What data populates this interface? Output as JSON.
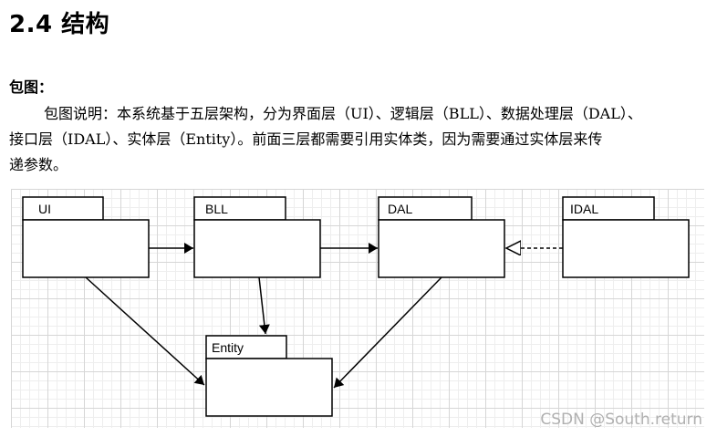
{
  "section": {
    "title": "2.4 结构",
    "subtitle": "包图："
  },
  "paragraph": {
    "lines": [
      "包图说明：本系统基于五层架构，分为界面层（UI）、逻辑层（BLL）、数据处理层（DAL）、",
      "接口层（IDAL）、实体层（Entity）。前面三层都需要引用实体类，因为需要通过实体层来传",
      "递参数。"
    ]
  },
  "diagram": {
    "packages": {
      "ui": "UI",
      "bll": "BLL",
      "dal": "DAL",
      "idal": "IDAL",
      "entity": "Entity"
    },
    "relations": [
      {
        "from": "UI",
        "to": "BLL",
        "type": "dependency"
      },
      {
        "from": "BLL",
        "to": "DAL",
        "type": "dependency"
      },
      {
        "from": "IDAL",
        "to": "DAL",
        "type": "realization"
      },
      {
        "from": "UI",
        "to": "Entity",
        "type": "dependency"
      },
      {
        "from": "BLL",
        "to": "Entity",
        "type": "dependency"
      },
      {
        "from": "DAL",
        "to": "Entity",
        "type": "dependency"
      }
    ]
  },
  "watermark": "CSDN @South.return"
}
